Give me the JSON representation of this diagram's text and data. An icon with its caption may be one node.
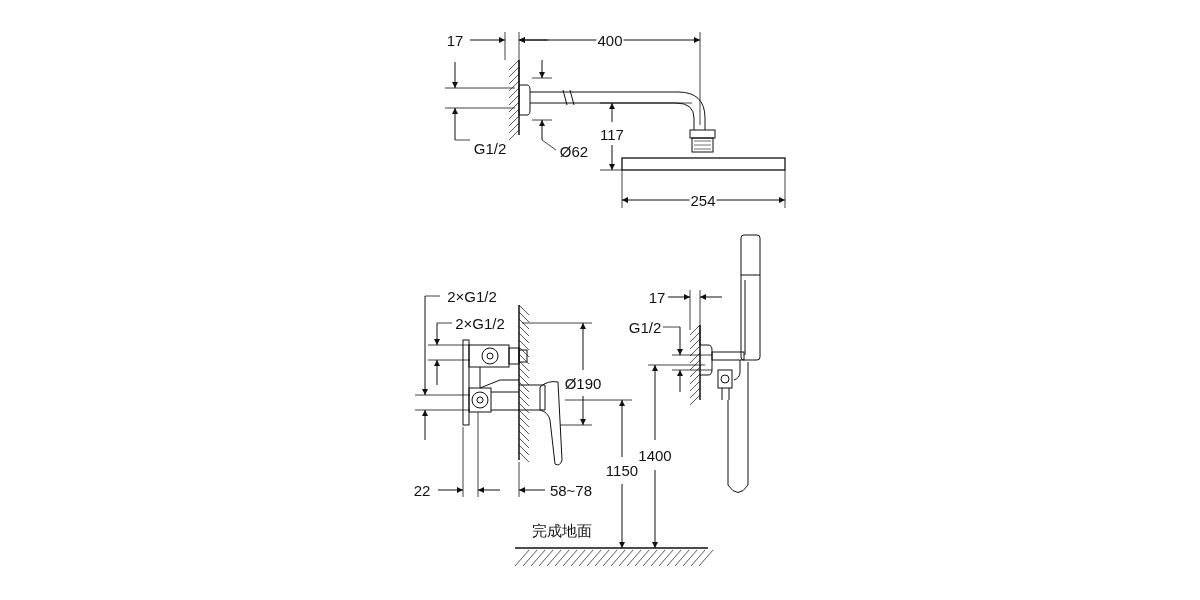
{
  "diagram": {
    "labels": [
      "17",
      "400",
      "G1/2",
      "Ø62",
      "117",
      "254",
      "2×G1/2",
      "2×G1/2",
      "Ø190",
      "22",
      "58~78",
      "1150",
      "1400",
      "17",
      "G1/2",
      "完成地面"
    ]
  }
}
